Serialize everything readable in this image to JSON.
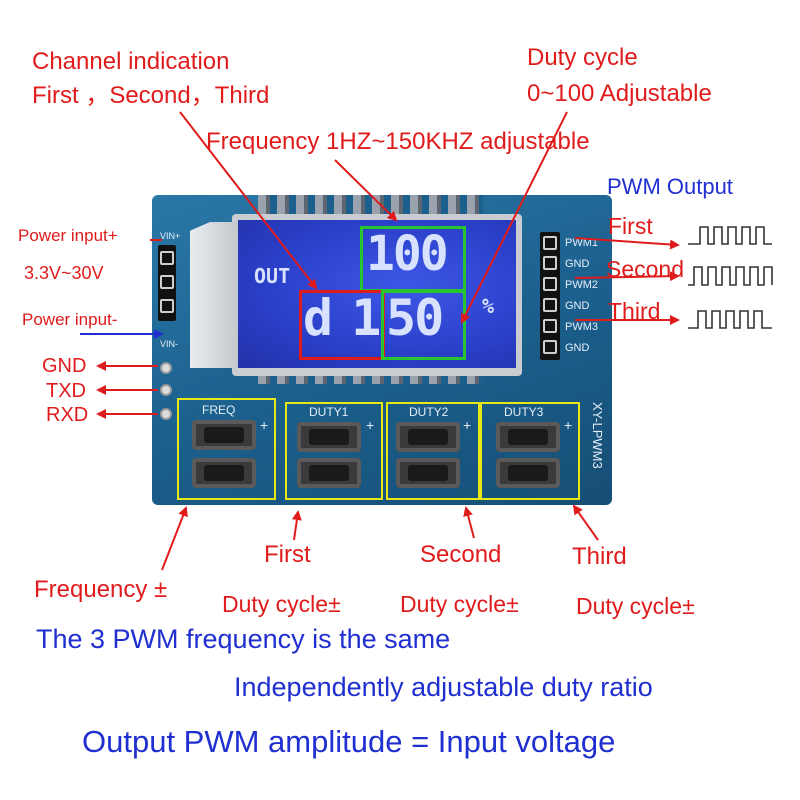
{
  "title_labels": {
    "channel_indication_line1": "Channel indication",
    "channel_indication_line2": "First ，Second，Third",
    "duty_cycle_line1": "Duty cycle",
    "duty_cycle_line2": "0~100 Adjustable",
    "frequency_range": "Frequency 1HZ~150KHZ  adjustable",
    "pwm_output": "PWM Output"
  },
  "left_labels": {
    "power_input_plus": "Power input+",
    "voltage_range": "3.3V~30V",
    "power_input_minus": "Power input-",
    "gnd": "GND",
    "txd": "TXD",
    "rxd": "RXD"
  },
  "right_labels": {
    "first": "First",
    "second": "Second",
    "third": "Third"
  },
  "bottom_labels": {
    "frequency_pm": "Frequency ±",
    "first": "First",
    "second": "Second",
    "third": "Third",
    "duty_cycle_1": "Duty cycle±",
    "duty_cycle_2": "Duty cycle±",
    "duty_cycle_3": "Duty cycle±"
  },
  "notes": {
    "same_frequency": "The 3 PWM frequency is the same",
    "independent_duty": "Independently adjustable duty ratio",
    "amplitude": "Output PWM amplitude = Input voltage"
  },
  "board": {
    "pin_vin_plus": "VIN+",
    "pin_vin_minus": "VIN-",
    "pin_pwm1": "PWM1",
    "pin_gnd1": "GND",
    "pin_pwm2": "PWM2",
    "pin_gnd2": "GND",
    "pin_pwm3": "PWM3",
    "pin_gnd3": "GND",
    "btn_freq": "FREQ",
    "btn_duty1": "DUTY1",
    "btn_duty2": "DUTY2",
    "btn_duty3": "DUTY3",
    "model": "XY-LPWM3",
    "plus_sign": "+"
  },
  "lcd": {
    "out_label": "OUT",
    "top_value": "100",
    "channel_prefix": "d 1",
    "bottom_value": "50",
    "percent": "%"
  },
  "colors": {
    "annotation_red": "#e01b1b",
    "note_blue": "#1f2fd0",
    "pcb_blue": "#1b5f8c",
    "lcd_blue": "#2a3fc8",
    "highlight_green": "#27c62e",
    "highlight_yellow": "#e8e815"
  }
}
